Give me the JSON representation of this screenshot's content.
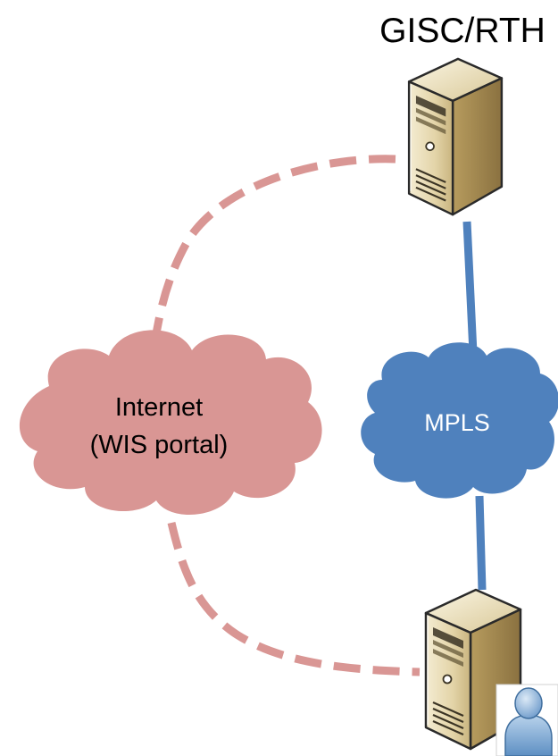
{
  "diagram": {
    "server_top_label": "GISC/RTH",
    "internet_cloud": {
      "line1": "Internet",
      "line2": "(WIS portal)"
    },
    "mpls_cloud": {
      "label": "MPLS"
    }
  },
  "icons": {
    "server_top": "server-icon",
    "server_bottom": "server-icon",
    "user": "user-icon",
    "internet": "cloud-icon",
    "mpls": "cloud-icon"
  },
  "colors": {
    "internet_cloud": "#D99694",
    "internet_link": "#D99694",
    "mpls_cloud": "#4F81BD",
    "mpls_link": "#4F81BD",
    "server_body": "#E2D6B0",
    "server_shadow": "#8C7A4E",
    "user_body": "#8EB4D8",
    "text": "#000000",
    "mpls_text": "#FFFFFF"
  }
}
